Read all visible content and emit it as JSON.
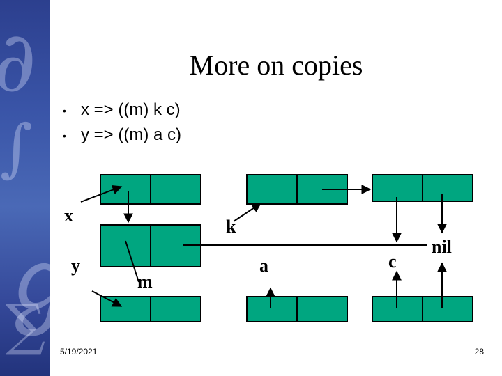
{
  "slide": {
    "title": "More on copies",
    "bullets": [
      "x => ((m) k c)",
      "y => ((m) a c)"
    ],
    "footer_date": "5/19/2021",
    "page_number": "28"
  },
  "diagram": {
    "cell_fill": "#00a680",
    "labels": {
      "x": "x",
      "y": "y",
      "k": "k",
      "m": "m",
      "a": "a",
      "c": "c",
      "nil": "nil"
    }
  }
}
